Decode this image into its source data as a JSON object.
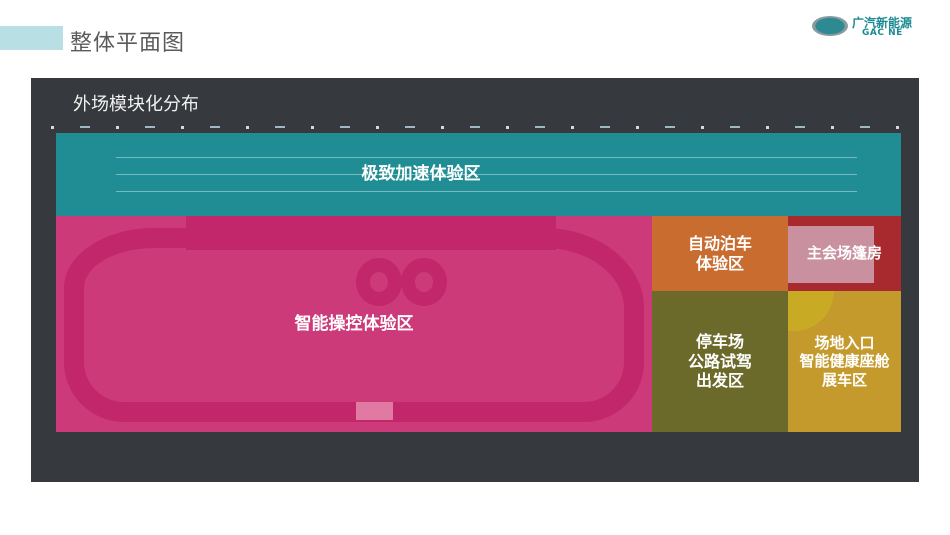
{
  "header": {
    "title": "整体平面图",
    "logo": {
      "icon": "gac-emblem-icon",
      "cn": "广汽新能源",
      "en": "GAC NE"
    }
  },
  "plan": {
    "title": "外场模块化分布",
    "zones": {
      "accel": {
        "label": "极致加速体验区",
        "color": "#1f8d93"
      },
      "smart": {
        "label": "智能操控体验区",
        "color": "#cc3a7a"
      },
      "parking": {
        "line1": "自动泊车",
        "line2": "体验区",
        "color": "#c86c30"
      },
      "tent": {
        "label": "主会场篷房",
        "color": "#c9909f"
      },
      "road": {
        "line1": "停车场",
        "line2": "公路试驾",
        "line3": "出发区",
        "color": "#6c6a2b"
      },
      "entry": {
        "line1": "场地入口",
        "line2": "智能健康座舱",
        "line3": "展车区",
        "color": "#c49a2d"
      }
    }
  }
}
